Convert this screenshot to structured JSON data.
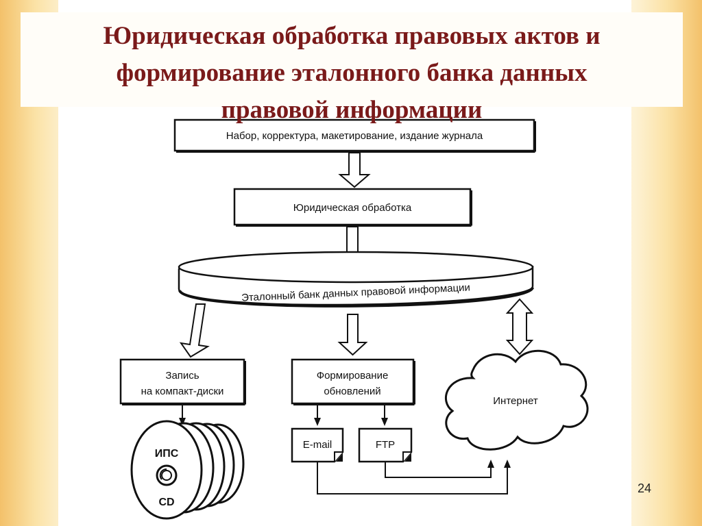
{
  "title": {
    "line1": "Юридическая обработка правовых актов и",
    "line2": "формирование эталонного банка данных",
    "line3": "правовой информации"
  },
  "diagram": {
    "step_typesetting": "Набор, корректура, макетирование, издание журнала",
    "step_legal_processing": "Юридическая обработка",
    "reference_bank": "Эталонный банк данных правовой информации",
    "cd_recording_line1": "Запись",
    "cd_recording_line2": "на компакт-диски",
    "updates_line1": "Формирование",
    "updates_line2": "обновлений",
    "internet": "Интернет",
    "email": "E-mail",
    "ftp": "FTP",
    "disk_label_top": "ИПС",
    "disk_label_bottom": "CD"
  },
  "slide_number": "24"
}
